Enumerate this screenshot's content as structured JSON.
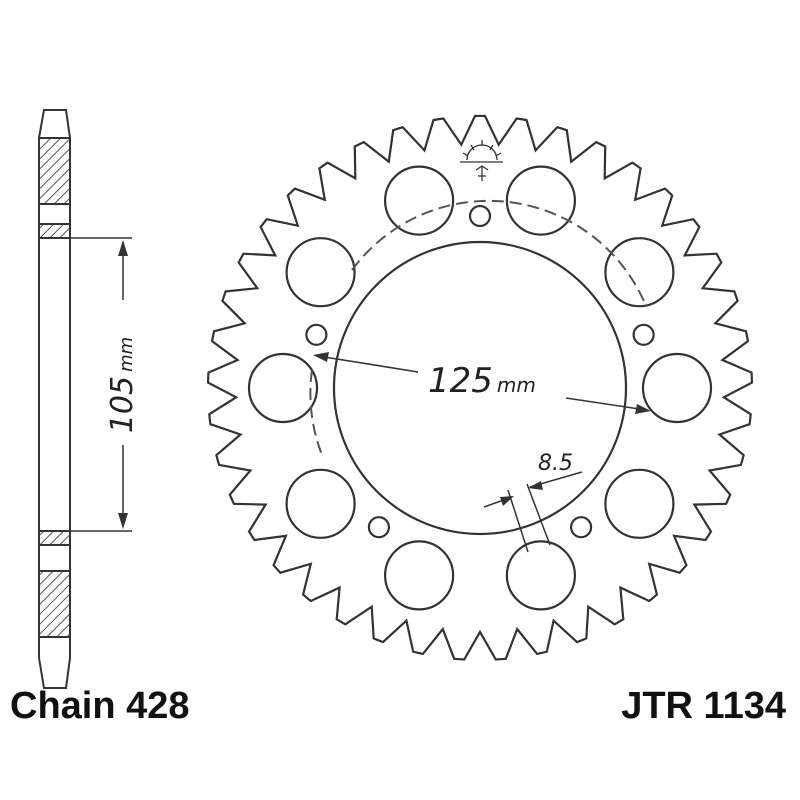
{
  "chain_label": "Chain 428",
  "part_number": "JTR 1134",
  "dimensions": {
    "side_value": "105",
    "side_unit": "mm",
    "pcd_value": "125",
    "pcd_unit": "mm",
    "hole_value": "8.5"
  },
  "sprocket": {
    "tooth_count": 41,
    "lightening_holes": 10,
    "bolt_holes": 5
  },
  "colors": {
    "line": "#333333",
    "hatch": "#555555",
    "background": "#ffffff"
  },
  "icons": {
    "logo": "sun-logo-icon"
  }
}
